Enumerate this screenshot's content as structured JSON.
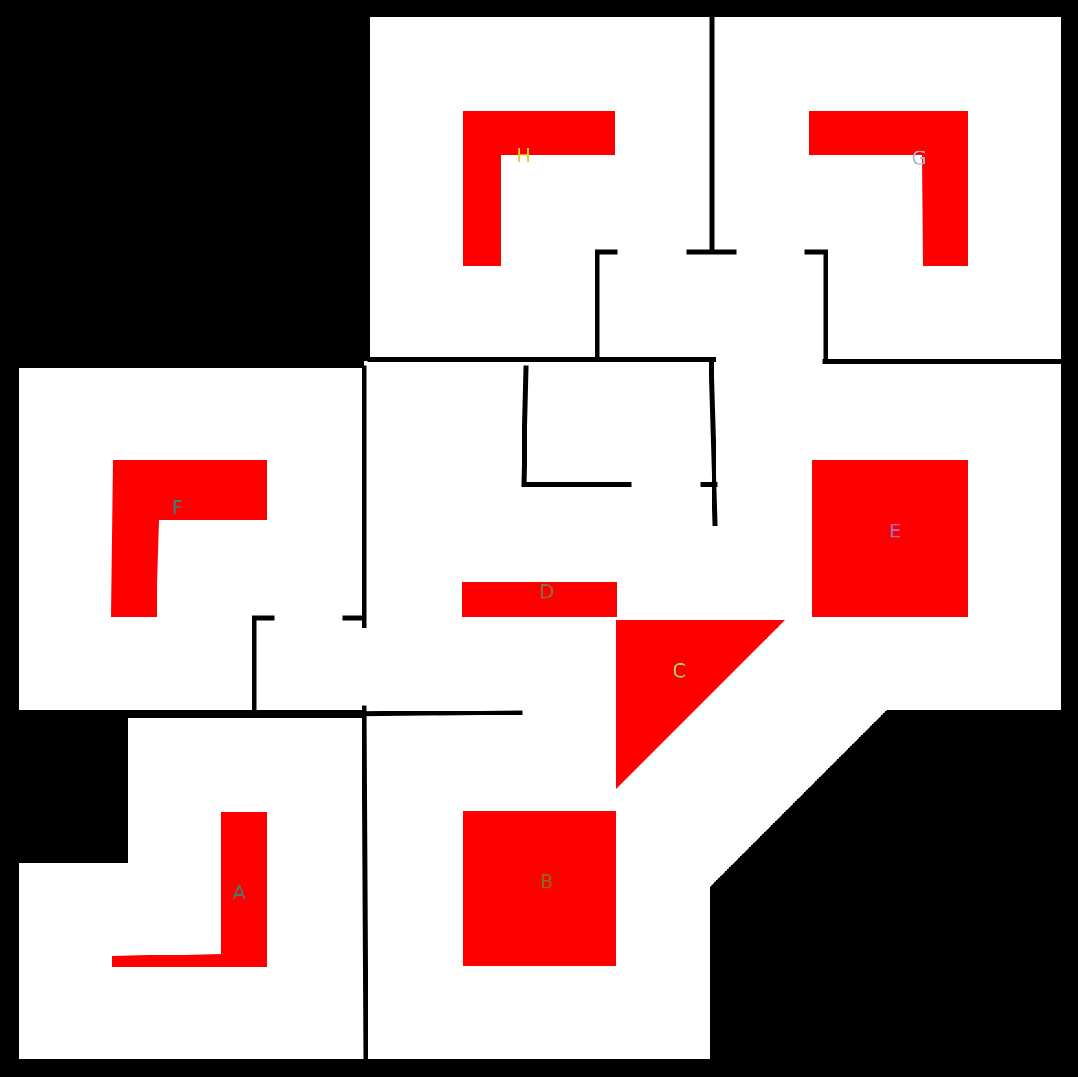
{
  "colors": {
    "background": "#000000",
    "floor": "#ffffff",
    "zone": "#ff0000",
    "wall": "#000000"
  },
  "zones": [
    {
      "id": "A",
      "label": "A",
      "label_color": "#4a7a6a"
    },
    {
      "id": "B",
      "label": "B",
      "label_color": "#8a6a2a"
    },
    {
      "id": "C",
      "label": "C",
      "label_color": "#b0d060"
    },
    {
      "id": "D",
      "label": "D",
      "label_color": "#7a7a4a"
    },
    {
      "id": "E",
      "label": "E",
      "label_color": "#9a7ad0"
    },
    {
      "id": "F",
      "label": "F",
      "label_color": "#2a8a8a"
    },
    {
      "id": "G",
      "label": "G",
      "label_color": "#b0b0c8"
    },
    {
      "id": "H",
      "label": "H",
      "label_color": "#e0d020"
    }
  ]
}
